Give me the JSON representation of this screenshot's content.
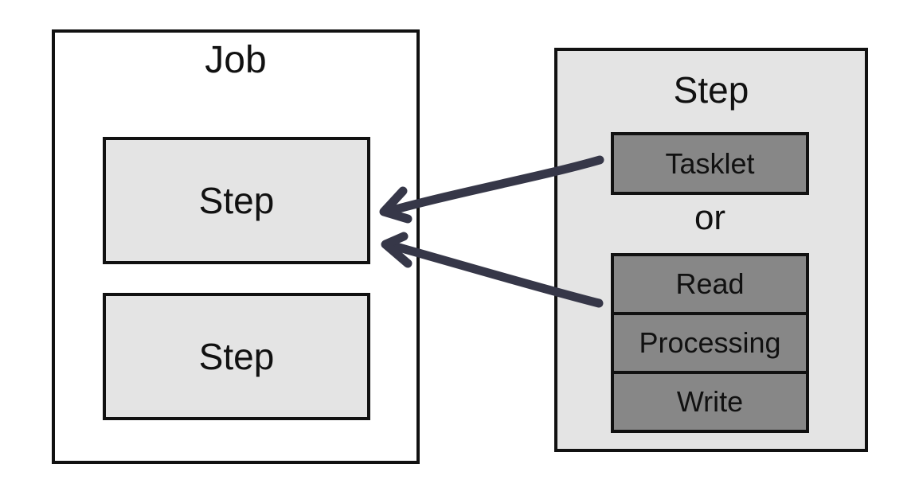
{
  "job": {
    "title": "Job",
    "steps": [
      {
        "label": "Step"
      },
      {
        "label": "Step"
      }
    ]
  },
  "step_detail": {
    "title": "Step",
    "tasklet": "Tasklet",
    "or": "or",
    "chunk": {
      "read": "Read",
      "processing": "Processing",
      "write": "Write"
    }
  },
  "colors": {
    "border": "#111111",
    "light_fill": "#e4e4e4",
    "dark_fill": "#878787",
    "arrow": "#363748"
  }
}
